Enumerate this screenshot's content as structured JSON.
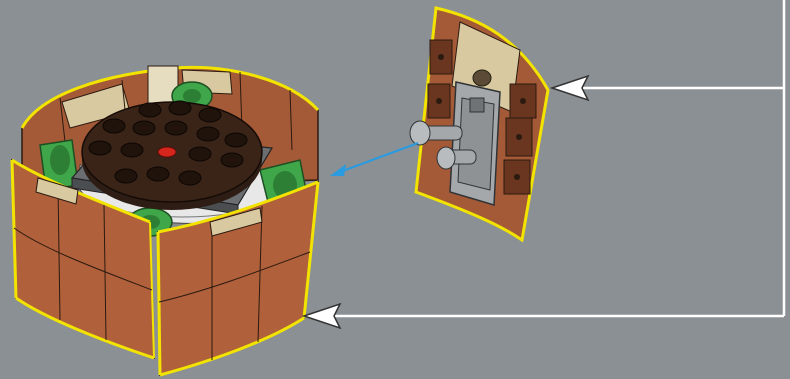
{
  "scene": {
    "description_visible_text": ""
  },
  "colors": {
    "background": "#8a9094",
    "brick_brown": "#b0603a",
    "brick_dark": "#7a3c22",
    "plate_dark_brown": "#3a2418",
    "tile_tan": "#d8c9a0",
    "green_clip": "#3fa64a",
    "light_gray": "#a4a8ab",
    "dark_gray": "#5b5f62",
    "white_part": "#eeeeee",
    "outline_yellow": "#f2e400",
    "callout_line": "#ffffff",
    "assembly_arrow": "#2a9be0",
    "center_red": "#d4261c"
  },
  "callouts": [
    {
      "name": "callout-arrow-wall-panel",
      "target": "wall-panel-subassembly"
    },
    {
      "name": "callout-arrow-base-assembly",
      "target": "round-base-assembly"
    }
  ],
  "assembly_arrow": {
    "from": "wall-panel-subassembly",
    "to": "round-base-assembly"
  }
}
